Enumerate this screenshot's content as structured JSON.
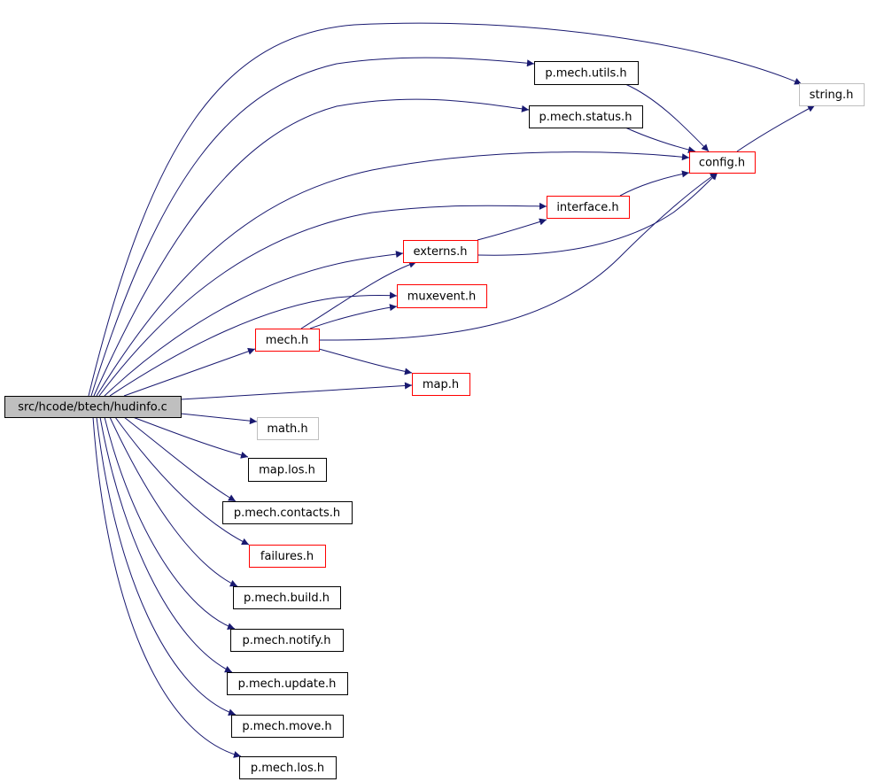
{
  "colors": {
    "edge": "#191970",
    "root_fill": "#bfbfbf",
    "root_border": "#000000",
    "header_border_black": "#000000",
    "header_border_red": "#ff0000",
    "header_border_gray": "#bfbfbf"
  },
  "nodes": [
    {
      "id": "hudinfo",
      "label": "src/hcode/btech/hudinfo.c",
      "kind": "root"
    },
    {
      "id": "string",
      "label": "string.h",
      "kind": "gray"
    },
    {
      "id": "utils",
      "label": "p.mech.utils.h",
      "kind": "black"
    },
    {
      "id": "status",
      "label": "p.mech.status.h",
      "kind": "black"
    },
    {
      "id": "config",
      "label": "config.h",
      "kind": "red"
    },
    {
      "id": "interface",
      "label": "interface.h",
      "kind": "red"
    },
    {
      "id": "externs",
      "label": "externs.h",
      "kind": "red"
    },
    {
      "id": "muxevent",
      "label": "muxevent.h",
      "kind": "red"
    },
    {
      "id": "mech",
      "label": "mech.h",
      "kind": "red"
    },
    {
      "id": "map",
      "label": "map.h",
      "kind": "red"
    },
    {
      "id": "math",
      "label": "math.h",
      "kind": "gray"
    },
    {
      "id": "maplos",
      "label": "map.los.h",
      "kind": "black"
    },
    {
      "id": "contacts",
      "label": "p.mech.contacts.h",
      "kind": "black"
    },
    {
      "id": "failures",
      "label": "failures.h",
      "kind": "red"
    },
    {
      "id": "build",
      "label": "p.mech.build.h",
      "kind": "black"
    },
    {
      "id": "notify",
      "label": "p.mech.notify.h",
      "kind": "black"
    },
    {
      "id": "update",
      "label": "p.mech.update.h",
      "kind": "black"
    },
    {
      "id": "move",
      "label": "p.mech.move.h",
      "kind": "black"
    },
    {
      "id": "los",
      "label": "p.mech.los.h",
      "kind": "black"
    }
  ],
  "edges": [
    {
      "from": "hudinfo",
      "to": "string"
    },
    {
      "from": "hudinfo",
      "to": "utils"
    },
    {
      "from": "hudinfo",
      "to": "status"
    },
    {
      "from": "hudinfo",
      "to": "config"
    },
    {
      "from": "hudinfo",
      "to": "interface"
    },
    {
      "from": "hudinfo",
      "to": "externs"
    },
    {
      "from": "hudinfo",
      "to": "muxevent"
    },
    {
      "from": "hudinfo",
      "to": "mech"
    },
    {
      "from": "hudinfo",
      "to": "map"
    },
    {
      "from": "hudinfo",
      "to": "math"
    },
    {
      "from": "hudinfo",
      "to": "maplos"
    },
    {
      "from": "hudinfo",
      "to": "contacts"
    },
    {
      "from": "hudinfo",
      "to": "failures"
    },
    {
      "from": "hudinfo",
      "to": "build"
    },
    {
      "from": "hudinfo",
      "to": "notify"
    },
    {
      "from": "hudinfo",
      "to": "update"
    },
    {
      "from": "hudinfo",
      "to": "move"
    },
    {
      "from": "hudinfo",
      "to": "los"
    },
    {
      "from": "utils",
      "to": "config"
    },
    {
      "from": "status",
      "to": "config"
    },
    {
      "from": "config",
      "to": "string"
    },
    {
      "from": "interface",
      "to": "config"
    },
    {
      "from": "externs",
      "to": "interface"
    },
    {
      "from": "externs",
      "to": "config"
    },
    {
      "from": "mech",
      "to": "externs"
    },
    {
      "from": "mech",
      "to": "muxevent"
    },
    {
      "from": "mech",
      "to": "config"
    },
    {
      "from": "mech",
      "to": "map"
    }
  ]
}
